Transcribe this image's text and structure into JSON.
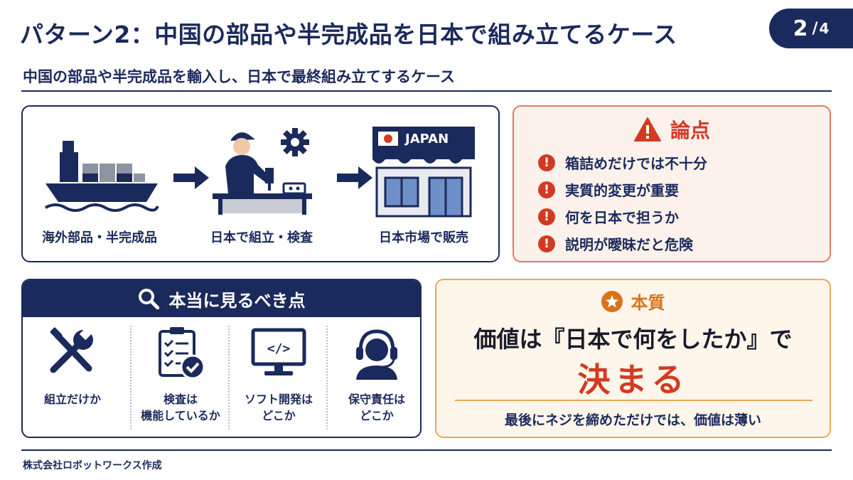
{
  "header": {
    "title": "パターン2：中国の部品や半完成品を日本で組み立てるケース",
    "page_current": "2",
    "page_separator": "/",
    "page_total": "4",
    "subtitle": "中国の部品や半完成品を輸入し、日本で最終組み立てするケース"
  },
  "flow": {
    "steps": [
      {
        "label": "海外部品・半完成品",
        "icon": "cargo-ship-icon"
      },
      {
        "label": "日本で組立・検査",
        "icon": "worker-assembly-icon"
      },
      {
        "label": "日本市場で販売",
        "icon": "store-icon",
        "sign": "JAPAN"
      }
    ],
    "arrow_icon": "arrow-right-icon"
  },
  "issues": {
    "title": "論点",
    "icon": "warning-triangle-icon",
    "items": [
      "箱詰めだけでは不十分",
      "実質的変更が重要",
      "何を日本で担うか",
      "説明が曖昧だと危険"
    ],
    "bullet_icon": "exclamation-circle-icon",
    "accent": "#d33a22"
  },
  "check": {
    "title": "本当に見るべき点",
    "icon": "search-icon",
    "items": [
      {
        "line1": "組立だけか",
        "line2": "",
        "icon": "tools-icon"
      },
      {
        "line1": "検査は",
        "line2": "機能しているか",
        "icon": "checklist-icon"
      },
      {
        "line1": "ソフト開発は",
        "line2": "どこか",
        "icon": "code-monitor-icon"
      },
      {
        "line1": "保守責任は",
        "line2": "どこか",
        "icon": "support-headset-icon"
      }
    ]
  },
  "essence": {
    "title": "本質",
    "icon": "star-icon",
    "line1": "価値は『日本で何をしたか』で",
    "line2": "決まる",
    "note": "最後にネジを締めただけでは、価値は薄い",
    "accent": "#d9731a"
  },
  "footer": {
    "credit": "株式会社ロボットワークス作成"
  },
  "colors": {
    "navy": "#1b2a5c",
    "red": "#d33a22",
    "orange": "#d9731a"
  }
}
